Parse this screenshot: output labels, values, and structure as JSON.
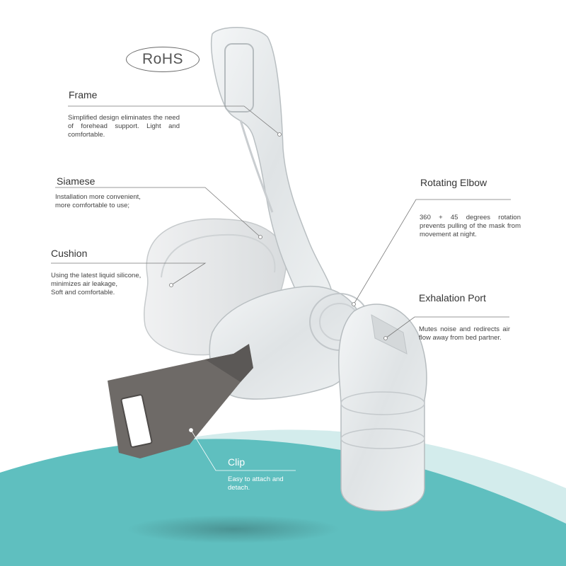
{
  "badge": {
    "label": "RoHS"
  },
  "colors": {
    "teal": "#5fbfbf",
    "teal_light": "#cfeaea",
    "clip_gray": "#6e6a67",
    "text": "#333333",
    "line": "#7a7a7a"
  },
  "callouts": {
    "frame": {
      "title": "Frame",
      "desc": "Simplified design eliminates the need of forehead support. Light and comfortable."
    },
    "siamese": {
      "title": "Siamese",
      "desc_line1": "Installation more convenient,",
      "desc_line2": "more comfortable to use;"
    },
    "cushion": {
      "title": "Cushion",
      "desc_line1": "Using the latest liquid silicone,",
      "desc_line2": "minimizes air leakage,",
      "desc_line3": "Soft and comfortable."
    },
    "rotating_elbow": {
      "title": "Rotating Elbow",
      "desc": "360 + 45 degrees rotation prevents pulling of the mask from movement at night."
    },
    "exhalation_port": {
      "title": "Exhalation Port",
      "desc": "Mutes noise and redirects air flow away from bed partner."
    },
    "clip": {
      "title": "Clip",
      "desc": "Easy to attach and detach."
    }
  }
}
